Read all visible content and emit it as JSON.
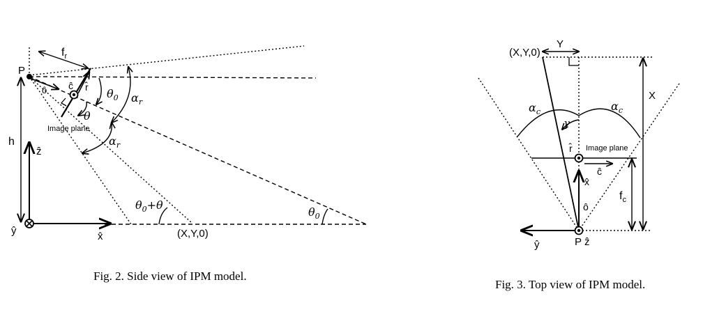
{
  "fig2": {
    "caption": "Fig. 2.  Side view of IPM model.",
    "labels": {
      "P": "P",
      "fr": "f",
      "fr_sub": "r",
      "c_hat": "ĉ",
      "r_hat": "r̂",
      "o_hat": "ô",
      "theta0": "θ",
      "theta0_sub": "0",
      "alpha_r_top": "α",
      "alpha_r_top_sub": "r",
      "theta": "θ",
      "image_plane": "Image plane",
      "alpha_r_bottom": "α",
      "alpha_r_bottom_sub": "r",
      "h": "h",
      "z_hat": "ẑ",
      "y_hat": "ŷ",
      "x_hat": "x̂",
      "theta0_plus_theta": "θ",
      "theta0_plus_theta_sub": "0",
      "theta0_plus_theta_tail": "+θ",
      "point": "(X,Y,0)",
      "theta0_far": "θ",
      "theta0_far_sub": "0"
    }
  },
  "fig3": {
    "caption": "Fig. 3.  Top view of IPM model.",
    "labels": {
      "point": "(X,Y,0)",
      "Y": "Y",
      "X": "X",
      "alpha_c_left": "α",
      "alpha_c_left_sub": "c",
      "alpha_c_right": "α",
      "alpha_c_right_sub": "c",
      "gamma": "γ",
      "r_hat": "r̂",
      "image_plane": "Image plane",
      "c_hat": "ĉ",
      "x_hat": "x̂",
      "fc": "f",
      "fc_sub": "c",
      "o_hat": "ô",
      "y_hat": "ŷ",
      "P": "P",
      "z_hat": "ẑ"
    }
  }
}
